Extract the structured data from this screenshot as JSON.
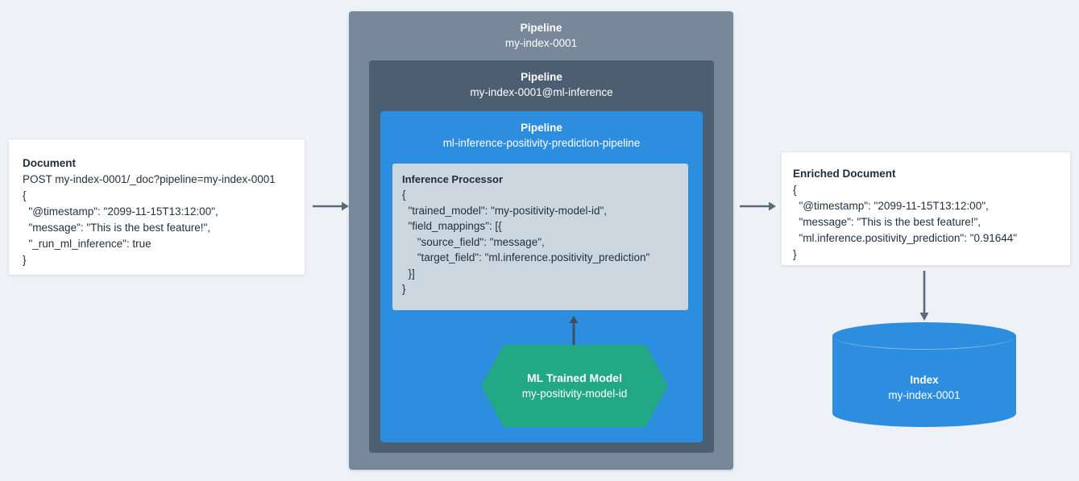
{
  "diagram": {
    "title": "Elasticsearch ML inference pipeline flow",
    "background_color": "#eef1f5",
    "colors": {
      "outer_pipeline": "#78879a",
      "mid_pipeline": "#4c5f72",
      "inner_pipeline": "#2d8ee0",
      "processor": "#ccd6de",
      "ml_model": "#22a884",
      "index": "#2d8ee0",
      "arrow": "#5b6b7c",
      "card": "#ffffff",
      "text_dark": "#22313f",
      "text_light": "#ffffff"
    }
  },
  "document": {
    "title": "Document",
    "body": "POST my-index-0001/_doc?pipeline=my-index-0001\n{\n  \"@timestamp\": \"2099-11-15T13:12:00\",\n  \"message\": \"This is the best feature!\",\n  \"_run_ml_inference\": true\n}"
  },
  "pipelines": {
    "outer": {
      "type_label": "Pipeline",
      "name": "my-index-0001"
    },
    "mid": {
      "type_label": "Pipeline",
      "name": "my-index-0001@ml-inference"
    },
    "inner": {
      "type_label": "Pipeline",
      "name": "ml-inference-positivity-prediction-pipeline"
    }
  },
  "processor": {
    "title": "Inference Processor",
    "body": "{\n  \"trained_model\": \"my-positivity-model-id\",\n  \"field_mappings\": [{\n     \"source_field\": \"message\",\n     \"target_field\": \"ml.inference.positivity_prediction\"\n  }]\n}"
  },
  "ml_model": {
    "title": "ML Trained Model",
    "name": "my-positivity-model-id"
  },
  "enriched_document": {
    "title": "Enriched Document",
    "body": "{\n  \"@timestamp\": \"2099-11-15T13:12:00\",\n  \"message\": \"This is the best feature!\",\n  \"ml.inference.positivity_prediction\": \"0.91644\"\n}"
  },
  "index": {
    "title": "Index",
    "name": "my-index-0001"
  },
  "arrows": {
    "document_to_pipeline": "arrow-right-icon",
    "pipeline_to_enriched": "arrow-right-icon",
    "model_to_processor": "arrow-up-icon",
    "enriched_to_index": "arrow-down-icon"
  }
}
